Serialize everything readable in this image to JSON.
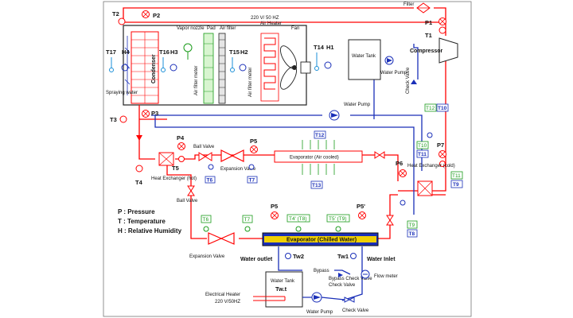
{
  "labels": {
    "filter": "Filter",
    "compressor": "Compressor",
    "vapor_nozzle": "Vapor nozzle",
    "pad": "Pad",
    "air_filter": "Air filter",
    "heater_power": "220 V/ 50 HZ",
    "air_heater": "Air Heater",
    "fan": "Fan",
    "water_tank": "Water Tank",
    "water_pump_top": "Water Pump",
    "check_valve": "Check Valve",
    "spraying_water": "Spraying water",
    "condenser": "Condenser",
    "air_filter_meter_1": "Air filter meter",
    "air_filter_meter_2": "Air filter meter",
    "water_pump_mid": "Water Pump",
    "ball_valve_top": "Ball Valve",
    "ball_valve_left": "Ball Valve",
    "expansion_valve_top": "Expansion Valve",
    "evaporator_air": "Evaporator (Air cooled)",
    "hx_hot": "Heat Exchanger (hot)",
    "hx_cold": "Heat Exchanger (cold)",
    "evaporator_chilled": "Evaporator (Chilled Water)",
    "expansion_valve_bottom": "Expansion Valve",
    "water_outlet": "Water outlet",
    "water_inlet": "Water Inlet",
    "bypass": "Bypass",
    "bypass_check_valve": "Bypass Check Valve",
    "flow_meter": "Flow meter",
    "water_tank_bottom": "Water Tank",
    "tank_temp": "Tw.t",
    "electrical_heater": "Electrical Heater",
    "heater_power_bottom": "220 V/50HZ",
    "water_pump_bottom": "Water Pump",
    "check_valve_bottom": "Check Valve"
  },
  "sensors": {
    "T2": "T2",
    "P2": "P2",
    "P1": "P1",
    "T1": "T1",
    "T17": "T17",
    "H4": "H4",
    "T16": "T16",
    "H3": "H3",
    "T15": "T15",
    "H2": "H2",
    "T14": "T14",
    "H1": "H1",
    "T3": "T3",
    "P3": "P3",
    "P4": "P4",
    "P5": "P5",
    "P6": "P6",
    "P7": "P7",
    "T4": "T4",
    "T5": "T5",
    "T6": "T6",
    "T7": "T7",
    "T12": "T12",
    "T13": "T13",
    "T10": "T10",
    "T11": "T11",
    "T9": "T9",
    "T8": "T8",
    "T4p": "T4'",
    "T5p": "T5'",
    "T6p": "T6",
    "T7p": "T7",
    "T4pT8": "T4' (T8)",
    "T5pT9": "T5' (T9)",
    "P5p": "P5'",
    "Tw2": "Tw2",
    "Tw1": "Tw1",
    "T12g": "T12",
    "T10b": "T10",
    "T11b": "T11",
    "T11g": "T11",
    "T9b": "T9",
    "T9g": "T9",
    "T8b": "T8"
  },
  "legend": {
    "pressure": "P : Pressure",
    "temperature": "T : Temperature",
    "humidity": "H : Relative Humidity"
  },
  "colors": {
    "refrigerant_line": "#ff0000",
    "water_line": "#1a2fb8",
    "sensor_tag_green": "#1a9b1a",
    "evaporator_band": "#f0d000",
    "evaporator_body": "#1a2fb8"
  }
}
